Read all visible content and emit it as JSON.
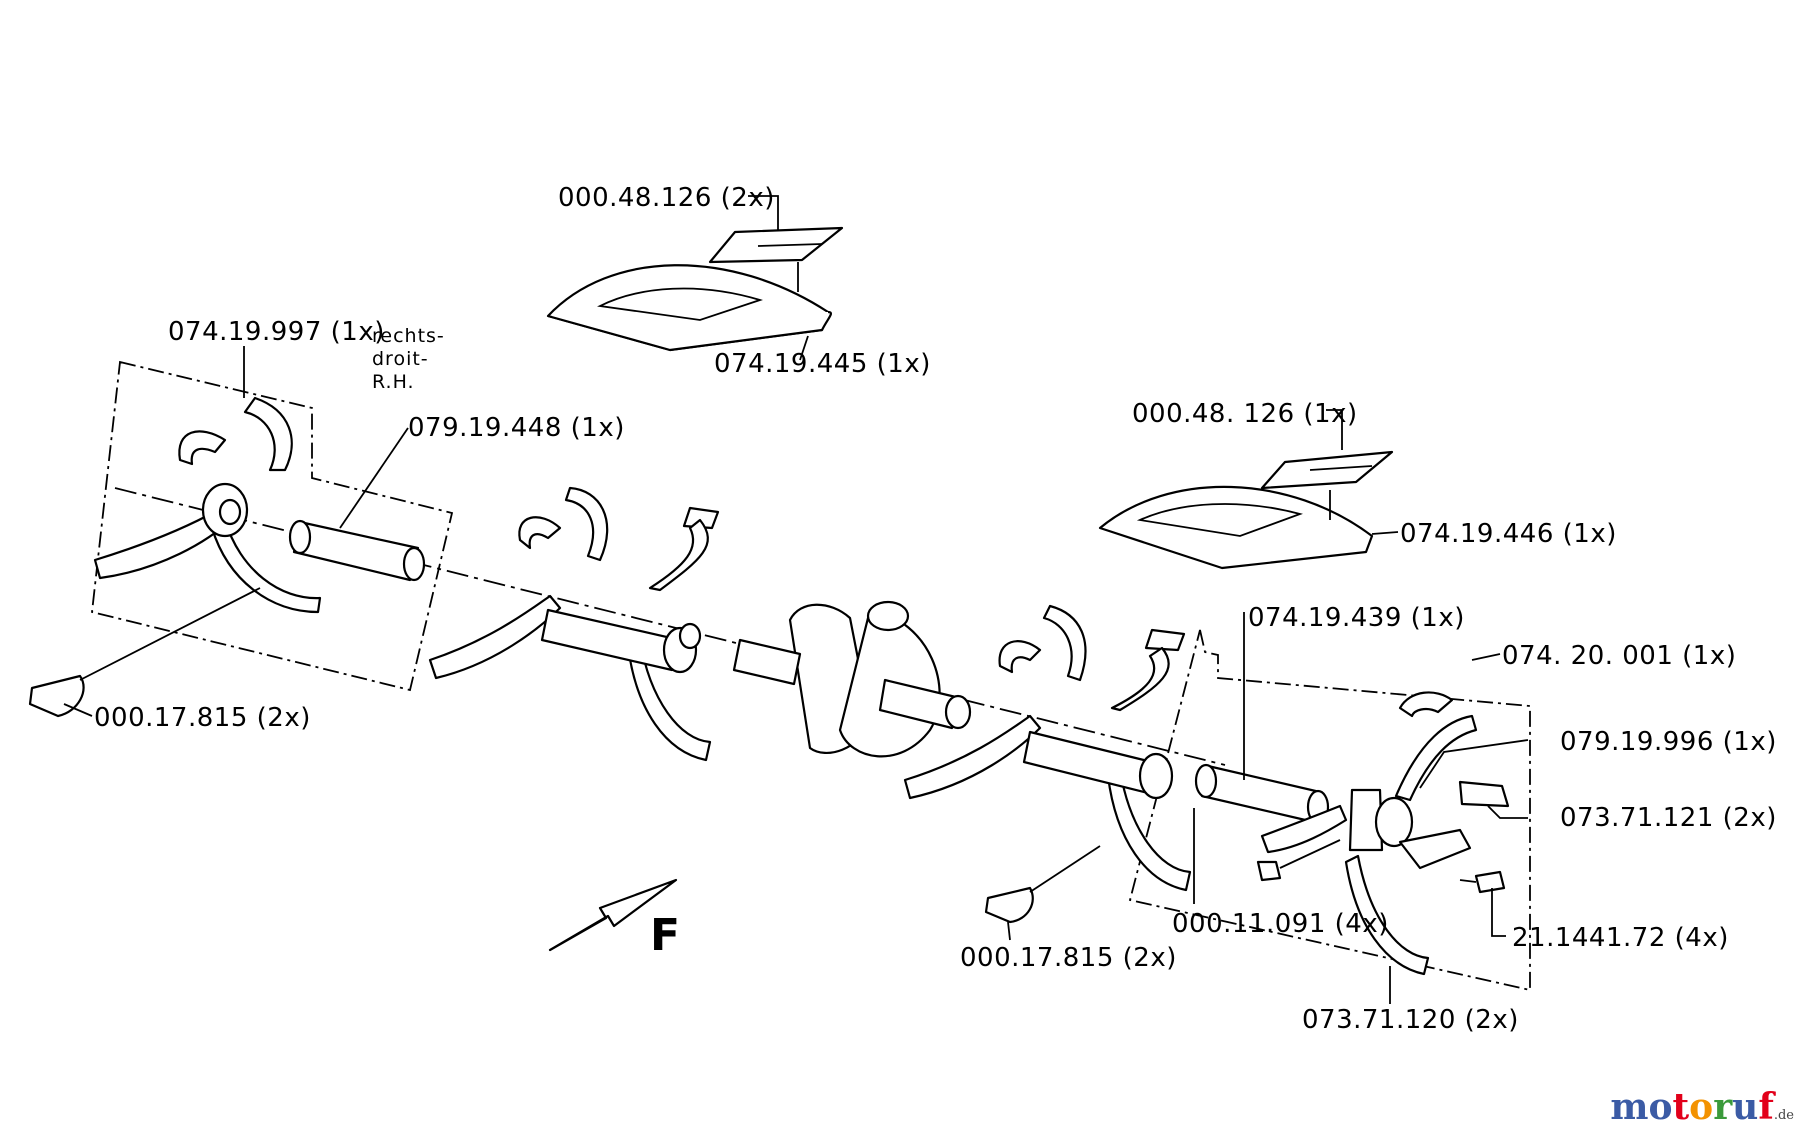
{
  "labels": {
    "l1": "000.48.126 (2x)",
    "l2": "074.19.445 (1x)",
    "l3": "074.19.997 (1x)",
    "l4": "079.19.448 (1x)",
    "l5": "000.48. 126 (1x)",
    "l6": "074.19.446 (1x)",
    "l7": "074.19.439 (1x)",
    "l8": "074. 20. 001 (1x)",
    "l9": "079.19.996 (1x)",
    "l10": "073.71.121 (2x)",
    "l11": "000.17.815 (2x)",
    "l12": "000.17.815 (2x)",
    "l13": "000.11.091 (4x)",
    "l14": "21.1441.72 (4x)",
    "l15": "073.71.120 (2x)"
  },
  "notes": {
    "line1": "rechts-",
    "line2": "droit-",
    "line3": "R.H."
  },
  "direction": "F",
  "logo": {
    "letters": [
      "m",
      "o",
      "t",
      "o",
      "r",
      "u",
      "f"
    ],
    "colors": [
      "#3b5ba5",
      "#3b5ba5",
      "#e2001a",
      "#f39200",
      "#3a9a3a",
      "#3b5ba5",
      "#e2001a"
    ],
    "suffix": ".de"
  }
}
